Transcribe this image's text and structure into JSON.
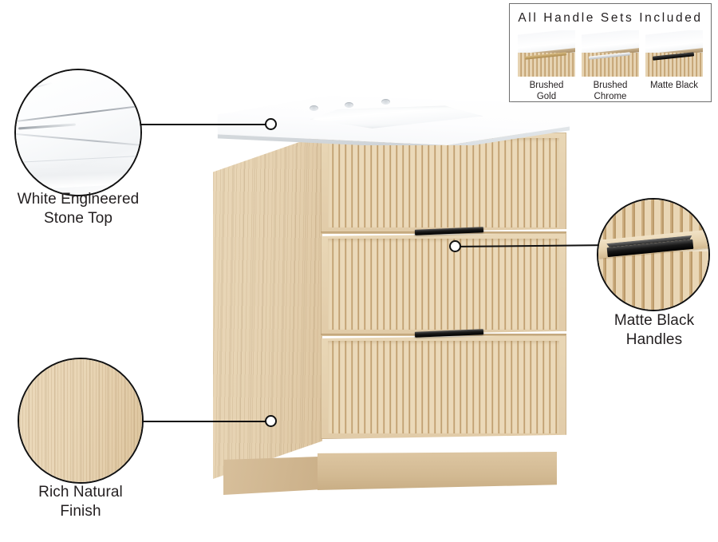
{
  "product": {
    "name": "fluted-wood-bathroom-vanity",
    "description": "Single-sink bathroom vanity with white engineered stone top, three fluted natural-oak drawers and matte black bar handles",
    "wood_color": "#e6d3b2",
    "flute_shadow_color": "#c0a070",
    "top_color": "#ffffff",
    "handle_color": "#111111",
    "outline_color": "#111111",
    "faucet_holes": 3,
    "drawer_count": 3
  },
  "callouts": [
    {
      "id": "white-engineered-stone-top",
      "label_line1": "White Engineered",
      "label_line2": "Stone Top",
      "swatch": "white-stone"
    },
    {
      "id": "rich-natural-finish",
      "label_line1": "Rich Natural",
      "label_line2": "Finish",
      "swatch": "wood-grain"
    },
    {
      "id": "matte-black-handles",
      "label_line1": "Matte Black",
      "label_line2": "Handles",
      "swatch": "black-handle"
    }
  ],
  "handle_panel": {
    "title": "All Handle Sets Included",
    "options": [
      {
        "line1": "Brushed",
        "line2": "Gold",
        "color": "#b08d52"
      },
      {
        "line1": "Brushed",
        "line2": "Chrome",
        "color": "#d3d6d9"
      },
      {
        "line1": "Matte",
        "line2": "Black",
        "color": "#141414"
      }
    ]
  }
}
